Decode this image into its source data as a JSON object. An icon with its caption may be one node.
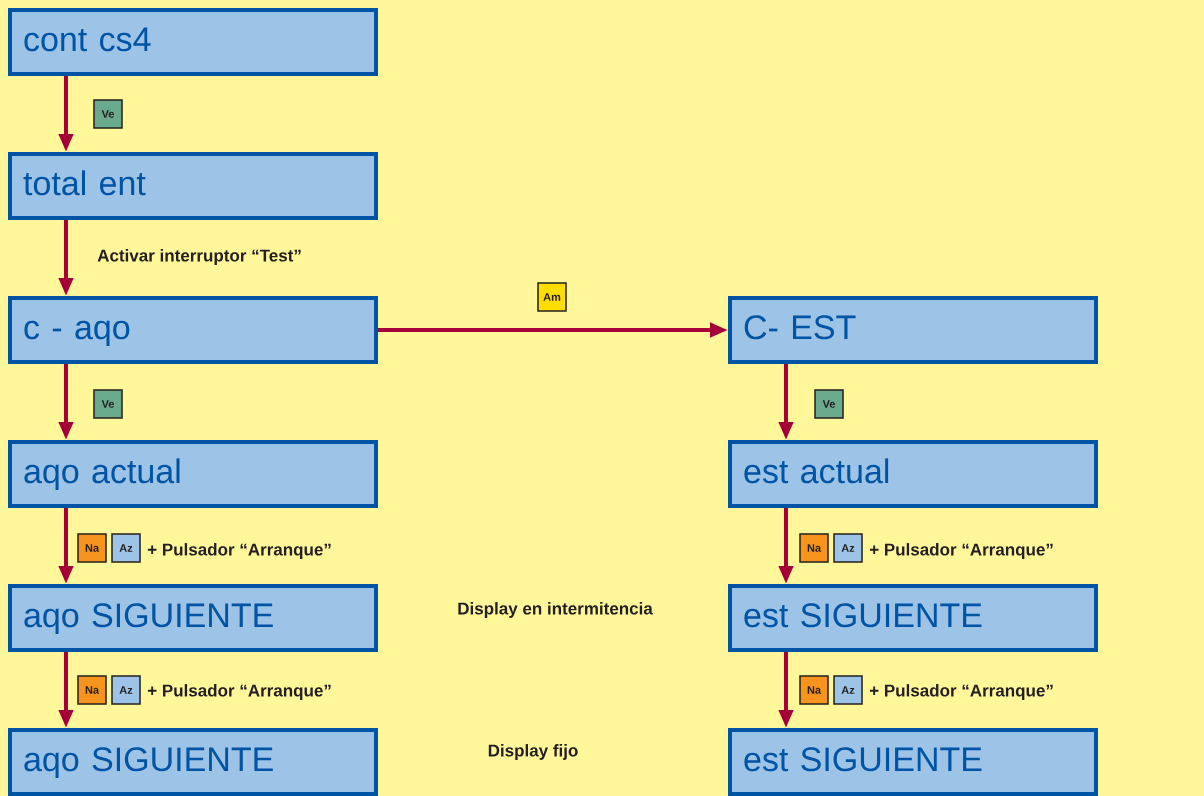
{
  "diagram": {
    "nodes": [
      {
        "text": [
          "cont cs4"
        ]
      },
      {
        "text": [
          "total ent"
        ]
      },
      {
        "text": [
          "c - aqo"
        ]
      },
      {
        "text": [
          "aqo actual"
        ]
      },
      {
        "text": [
          "aqo SIGUIENTE"
        ]
      },
      {
        "text": [
          "aqo SIGUIENTE"
        ]
      },
      {
        "text": [
          "C- EST"
        ]
      },
      {
        "text": [
          "est actual"
        ]
      },
      {
        "text": [
          "est SIGUIENTE"
        ]
      },
      {
        "text": [
          "est SIGUIENTE"
        ]
      }
    ],
    "edges": [
      {
        "from": 0,
        "to": 1,
        "arrow": "to"
      },
      {
        "from": 1,
        "to": 2,
        "arrow": "to",
        "label": "Activar interruptor “Test”"
      },
      {
        "from": 2,
        "to": 3,
        "arrow": "to"
      },
      {
        "from": 3,
        "to": 4,
        "arrow": "to",
        "label": "+ Pulsador “Arranque”"
      },
      {
        "from": 4,
        "to": 5,
        "arrow": "to",
        "label": "+ Pulsador “Arranque”"
      },
      {
        "from": 2,
        "to": 6,
        "arrow": "to"
      },
      {
        "from": 6,
        "to": 7,
        "arrow": "to"
      },
      {
        "from": 7,
        "to": 8,
        "arrow": "to",
        "label": "+ Pulsador “Arranque”"
      },
      {
        "from": 8,
        "to": 9,
        "arrow": "to",
        "label": "+ Pulsador “Arranque”"
      }
    ],
    "labels": [
      "Ve",
      "Am",
      "Ve",
      "Ve",
      "Na",
      "Az",
      "Na",
      "Az",
      "Display en intermitencia",
      "Na",
      "Az",
      "Na",
      "Az",
      "Display fijo"
    ]
  }
}
